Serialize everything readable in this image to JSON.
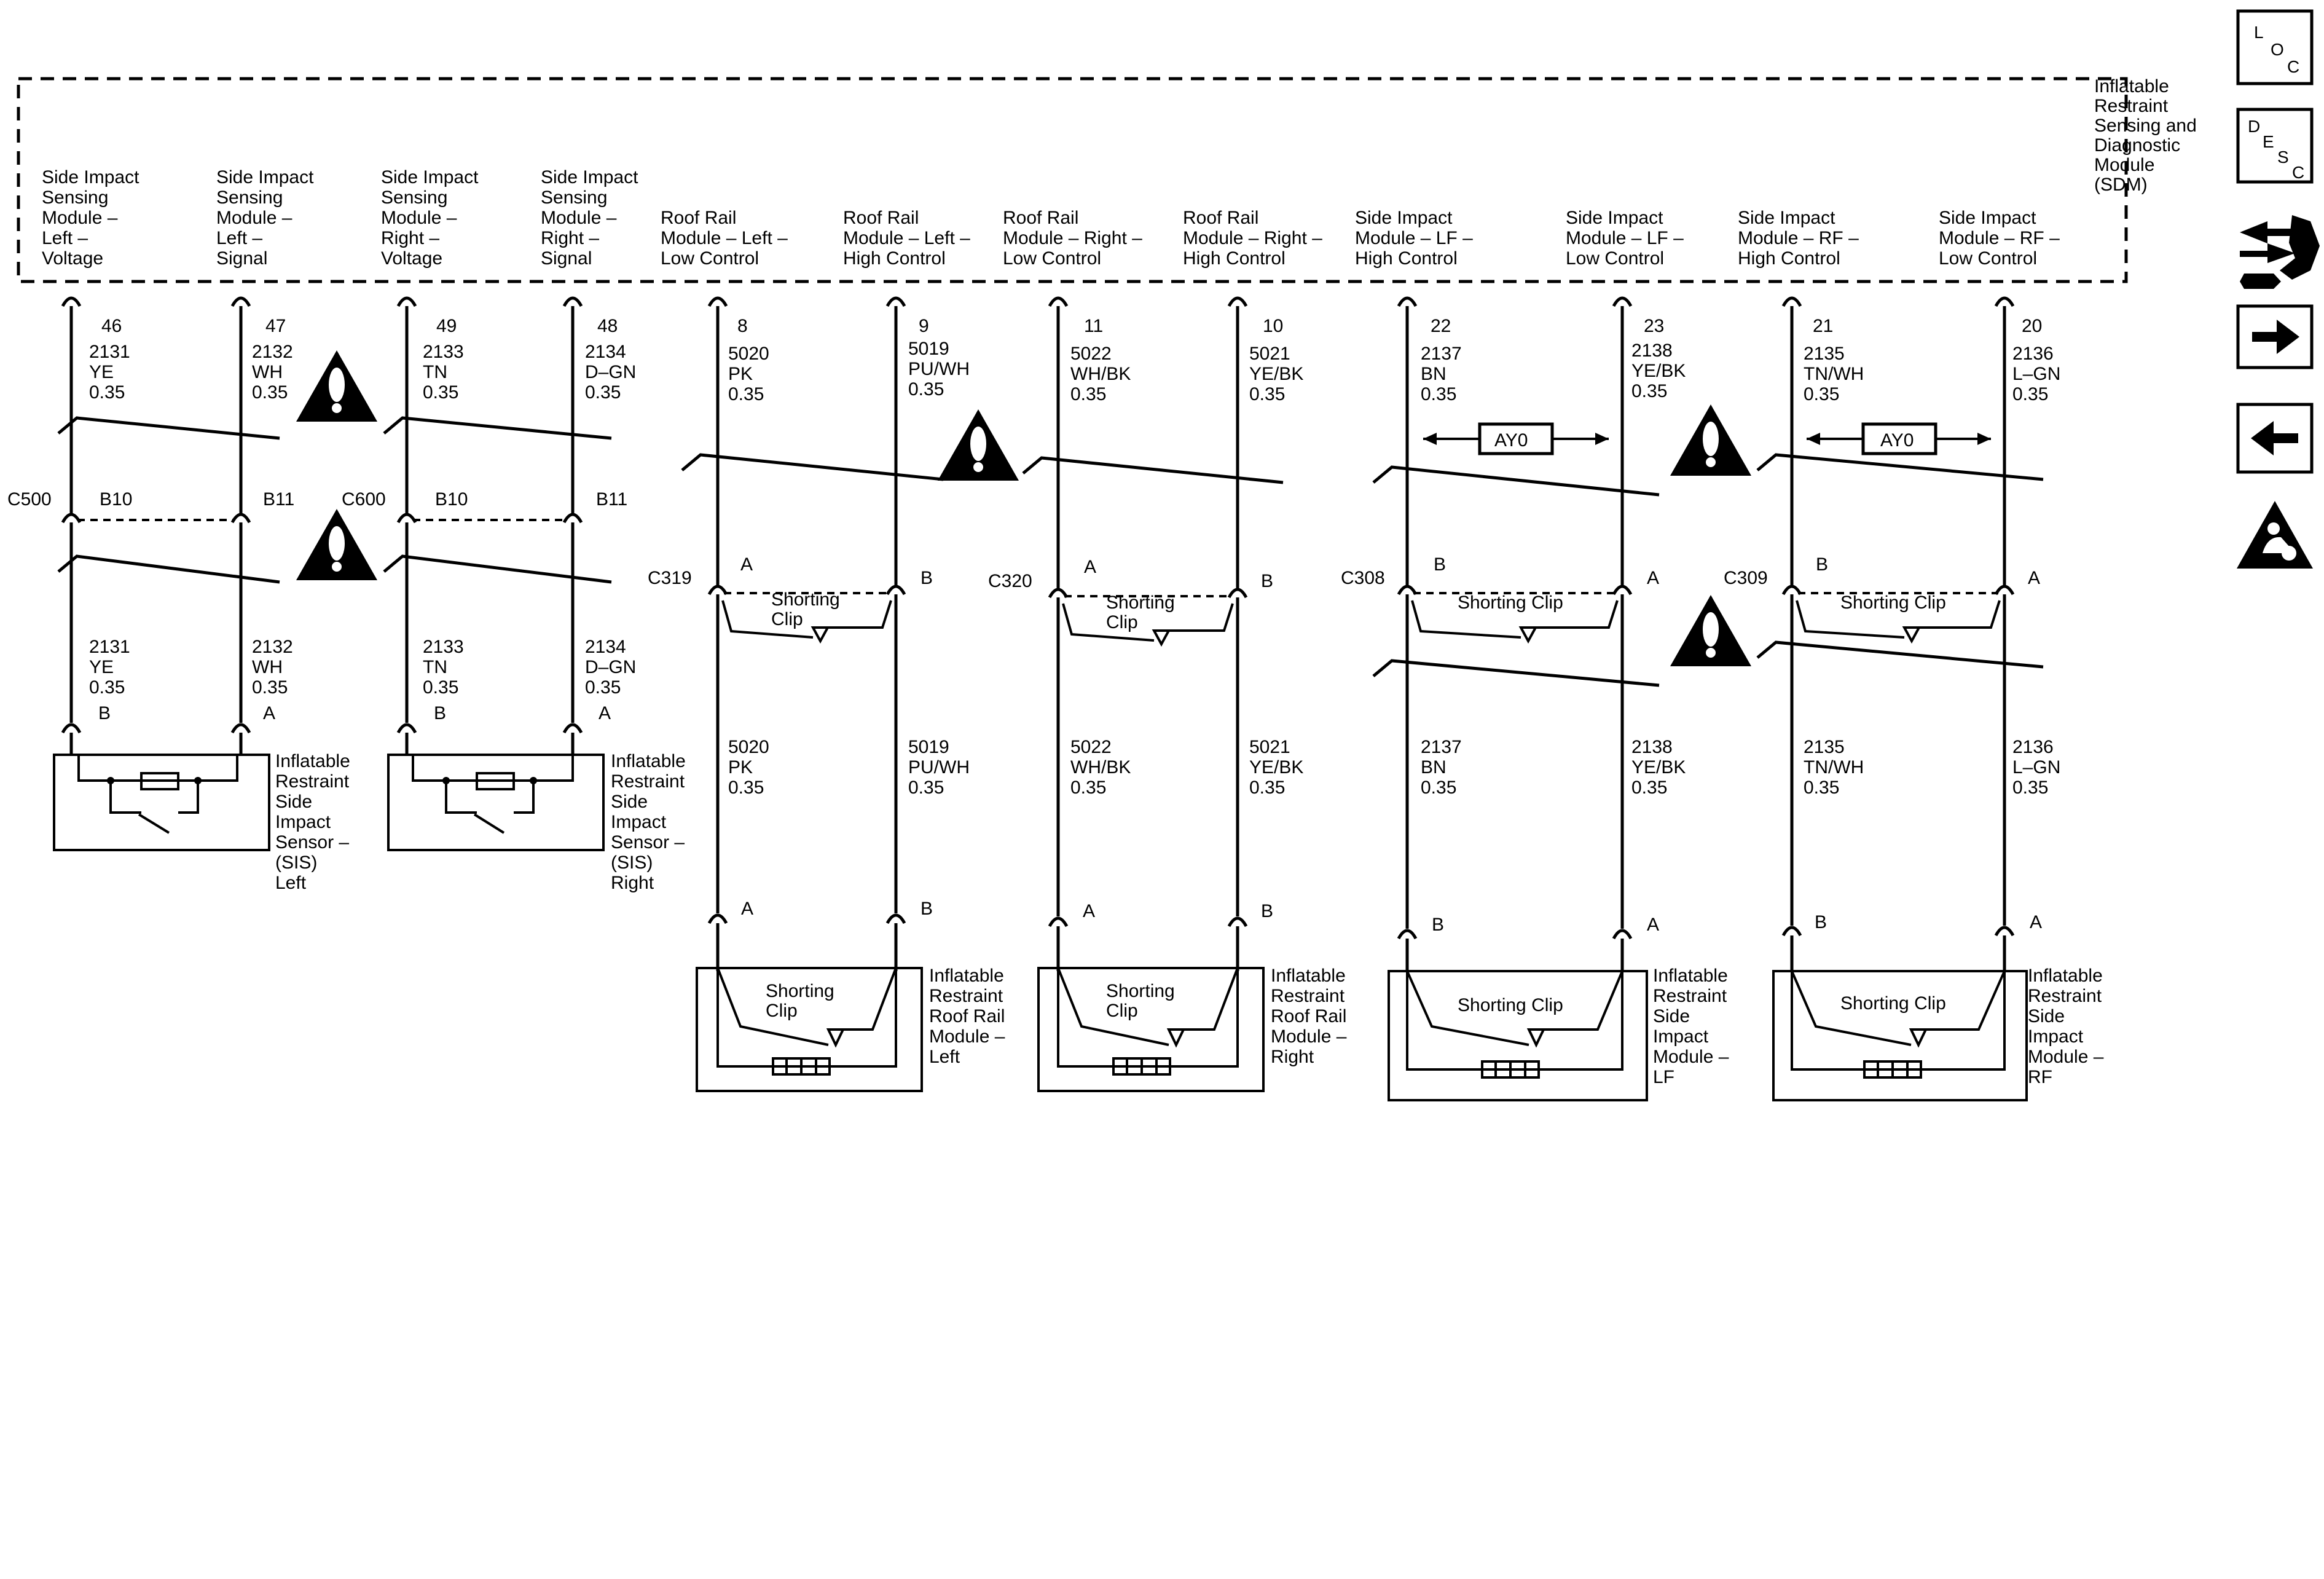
{
  "sdm": {
    "title": [
      "Inflatable",
      "Restraint",
      "Sensing and",
      "Diagnostic",
      "Module",
      "(SDM)"
    ],
    "pins": [
      {
        "label": [
          "Side Impact",
          "Sensing",
          "Module –",
          "Left –",
          "Voltage"
        ],
        "pin": "46",
        "circuit": "2131",
        "color": "YE",
        "gauge": "0.35"
      },
      {
        "label": [
          "Side Impact",
          "Sensing",
          "Module –",
          "Left –",
          "Signal"
        ],
        "pin": "47",
        "circuit": "2132",
        "color": "WH",
        "gauge": "0.35"
      },
      {
        "label": [
          "Side Impact",
          "Sensing",
          "Module –",
          "Right –",
          "Voltage"
        ],
        "pin": "49",
        "circuit": "2133",
        "color": "TN",
        "gauge": "0.35"
      },
      {
        "label": [
          "Side Impact",
          "Sensing",
          "Module –",
          "Right –",
          "Signal"
        ],
        "pin": "48",
        "circuit": "2134",
        "color": "D–GN",
        "gauge": "0.35"
      },
      {
        "label": [
          "Roof Rail",
          "Module – Left –",
          "Low Control"
        ],
        "pin": "8",
        "circuit": "5020",
        "color": "PK",
        "gauge": "0.35"
      },
      {
        "label": [
          "Roof Rail",
          "Module – Left –",
          "High Control"
        ],
        "pin": "9",
        "circuit": "5019",
        "color": "PU/WH",
        "gauge": "0.35"
      },
      {
        "label": [
          "Roof Rail",
          "Module – Right –",
          "Low Control"
        ],
        "pin": "11",
        "circuit": "5022",
        "color": "WH/BK",
        "gauge": "0.35"
      },
      {
        "label": [
          "Roof Rail",
          "Module – Right –",
          "High Control"
        ],
        "pin": "10",
        "circuit": "5021",
        "color": "YE/BK",
        "gauge": "0.35"
      },
      {
        "label": [
          "Side Impact",
          "Module – LF –",
          "High Control"
        ],
        "pin": "22",
        "circuit": "2137",
        "color": "BN",
        "gauge": "0.35"
      },
      {
        "label": [
          "Side Impact",
          "Module – LF –",
          "Low Control"
        ],
        "pin": "23",
        "circuit": "2138",
        "color": "YE/BK",
        "gauge": "0.35"
      },
      {
        "label": [
          "Side Impact",
          "Module – RF –",
          "High Control"
        ],
        "pin": "21",
        "circuit": "2135",
        "color": "TN/WH",
        "gauge": "0.35"
      },
      {
        "label": [
          "Side Impact",
          "Module – RF –",
          "Low Control"
        ],
        "pin": "20",
        "circuit": "2136",
        "color": "L–GN",
        "gauge": "0.35"
      }
    ]
  },
  "connectors": {
    "c500": {
      "name": "C500",
      "a": "B10",
      "b": "B11"
    },
    "c600": {
      "name": "C600",
      "a": "B10",
      "b": "B11"
    },
    "c319": {
      "name": "C319",
      "a": "A",
      "b": "B"
    },
    "c320": {
      "name": "C320",
      "a": "A",
      "b": "B"
    },
    "c308": {
      "name": "C308",
      "a": "B",
      "b": "A"
    },
    "c309": {
      "name": "C309",
      "a": "B",
      "b": "A"
    }
  },
  "shorting_clip": [
    "Shorting",
    "Clip"
  ],
  "shorting_clip_single": "Shorting Clip",
  "option_code": "AY0",
  "components": {
    "sis_left": {
      "label": [
        "Inflatable",
        "Restraint",
        "Side",
        "Impact",
        "Sensor –",
        "(SIS)",
        "Left"
      ],
      "pins": [
        "B",
        "A"
      ]
    },
    "sis_right": {
      "label": [
        "Inflatable",
        "Restraint",
        "Side",
        "Impact",
        "Sensor –",
        "(SIS)",
        "Right"
      ],
      "pins": [
        "B",
        "A"
      ]
    },
    "rrm_left": {
      "label": [
        "Inflatable",
        "Restraint",
        "Roof Rail",
        "Module –",
        "Left"
      ],
      "pins": [
        "A",
        "B"
      ]
    },
    "rrm_right": {
      "label": [
        "Inflatable",
        "Restraint",
        "Roof Rail",
        "Module –",
        "Right"
      ],
      "pins": [
        "A",
        "B"
      ]
    },
    "sim_lf": {
      "label": [
        "Inflatable",
        "Restraint",
        "Side",
        "Impact",
        "Module –",
        "LF"
      ],
      "pins": [
        "B",
        "A"
      ]
    },
    "sim_rf": {
      "label": [
        "Inflatable",
        "Restraint",
        "Side",
        "Impact",
        "Module –",
        "RF"
      ],
      "pins": [
        "B",
        "A"
      ]
    }
  },
  "side_icons": {
    "loc": {
      "name": "loc-icon",
      "text": [
        "L",
        "O",
        "C"
      ]
    },
    "desc": {
      "name": "desc-icon",
      "text": [
        "D",
        "E",
        "S",
        "C"
      ]
    },
    "connector_tool": {
      "name": "connector-tool-icon"
    },
    "next": {
      "name": "arrow-right-icon"
    },
    "prev": {
      "name": "arrow-left-icon"
    },
    "airbag": {
      "name": "airbag-warning-icon"
    }
  }
}
